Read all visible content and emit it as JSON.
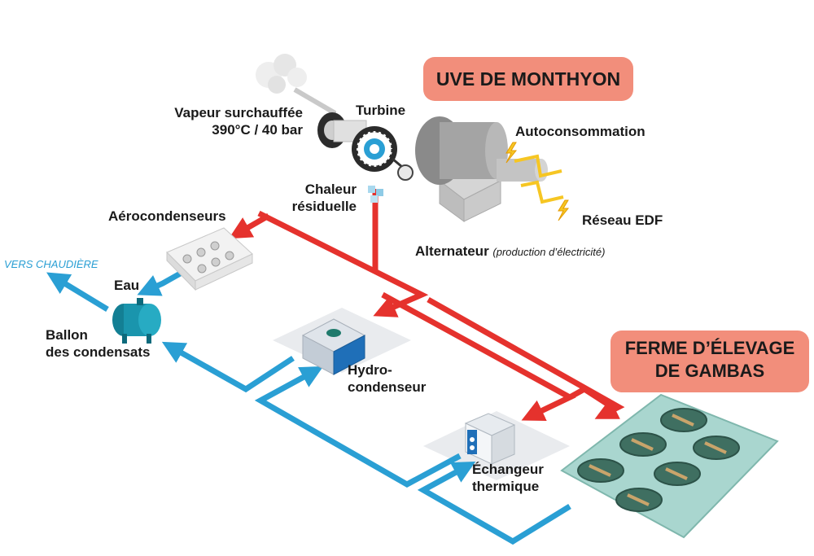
{
  "titles": {
    "uve": "UVE DE MONTHYON",
    "ferme_line1": "FERME D’ÉLEVAGE",
    "ferme_line2": "DE GAMBAS"
  },
  "labels": {
    "vapeur_line1": "Vapeur surchauffée",
    "vapeur_line2": "390°C / 40 bar",
    "turbine": "Turbine",
    "autoconsommation": "Autoconsommation",
    "chaleur_line1": "Chaleur",
    "chaleur_line2": "résiduelle",
    "reseau_edf": "Réseau EDF",
    "aerocondenseurs": "Aérocondenseurs",
    "alternateur": "Alternateur",
    "alternateur_note": "(production d’électricité)",
    "vers_chaudiere": "VERS CHAUDIÈRE",
    "eau": "Eau",
    "ballon_line1": "Ballon",
    "ballon_line2": "des condensats",
    "hydro_line1": "Hydro-",
    "hydro_line2": "condenseur",
    "echangeur_line1": "Échangeur",
    "echangeur_line2": "thermique"
  },
  "colors": {
    "hot_flow": "#e5322d",
    "cold_flow": "#2a9fd4",
    "title_badge": "#f28e7b",
    "pond_plate": "#a9d6cf",
    "pond": "#3f6f61",
    "lightning": "#f6c623"
  }
}
